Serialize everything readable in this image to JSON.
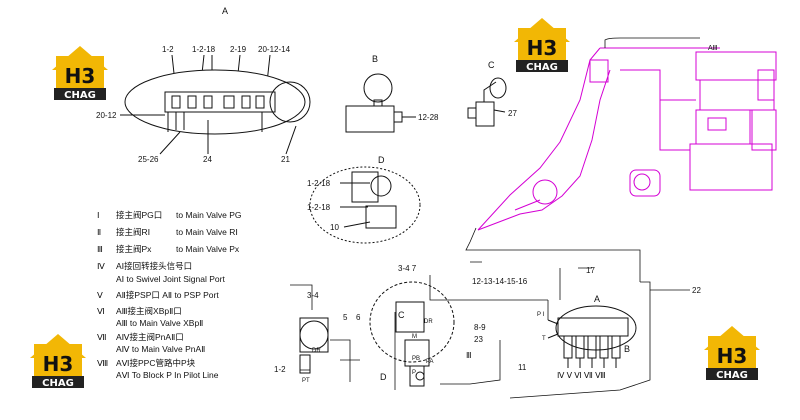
{
  "brand": {
    "logo_mark": "H3",
    "logo_word": "CHAG",
    "colors": {
      "accent": "#f2b705",
      "dark": "#222222",
      "magenta": "#d400d4"
    }
  },
  "views": {
    "a": {
      "title": "A",
      "labels": [
        "1-2",
        "1-2-18",
        "2-19",
        "20-12-14",
        "20-12",
        "25-26",
        "24",
        "21"
      ]
    },
    "b": {
      "title": "B",
      "labels": [
        "12-28"
      ]
    },
    "c": {
      "title": "C",
      "labels": [
        "27"
      ]
    },
    "d": {
      "title": "D",
      "labels": [
        "1-2-18",
        "1-2-18",
        "10"
      ]
    }
  },
  "legend": {
    "items": [
      {
        "num": "Ⅰ",
        "cn": "接主阀PG口",
        "en": "to Main Valve PG"
      },
      {
        "num": "Ⅱ",
        "cn": "接主阀RⅠ",
        "en": "to Main Valve RⅠ"
      },
      {
        "num": "Ⅲ",
        "cn": "接主阀Px",
        "en": "to Main Valve Px"
      },
      {
        "num": "Ⅳ",
        "cn": "AⅠ接回转接头信号口",
        "en": "AⅠ to Swivel Joint Signal Port"
      },
      {
        "num": "Ⅴ",
        "cn": "AⅡ接PSP口 AⅡ to PSP Port",
        "en": ""
      },
      {
        "num": "Ⅵ",
        "cn": "AⅢ接主阀XBpⅡ口",
        "en": "AⅢ to Main Valve XBpⅡ"
      },
      {
        "num": "Ⅶ",
        "cn": "AⅣ接主阀PnAⅡ口",
        "en": "AⅣ to Main Valve PnAⅡ"
      },
      {
        "num": "Ⅷ",
        "cn": "AⅥ接PPC管路中P块",
        "en": "AⅥ To Block P In Pilot Line"
      }
    ]
  },
  "callouts": {
    "right_top": "AⅢ",
    "num_17": "17",
    "num_22": "22",
    "num_11": "11",
    "num_23": "23",
    "num_8_9": "8-9",
    "num_3_4_7": "3-4 7",
    "num_3_4": "3-4",
    "num_5": "5",
    "num_6": "6",
    "num_1_2": "1-2",
    "chain": "12-13-14-15-16",
    "c_mark": "C",
    "d_mark": "D",
    "a_mark": "A",
    "b_mark": "B",
    "roman_iii": "Ⅲ",
    "pump_ports": {
      "dr": "DR",
      "pt": "PT",
      "pb": "PB",
      "pa": "PA",
      "m": "M",
      "p": "P"
    },
    "block_ports": {
      "p1": "P Ⅰ",
      "t": "T"
    },
    "block_bottom": "Ⅳ Ⅴ Ⅵ Ⅶ  Ⅷ"
  }
}
